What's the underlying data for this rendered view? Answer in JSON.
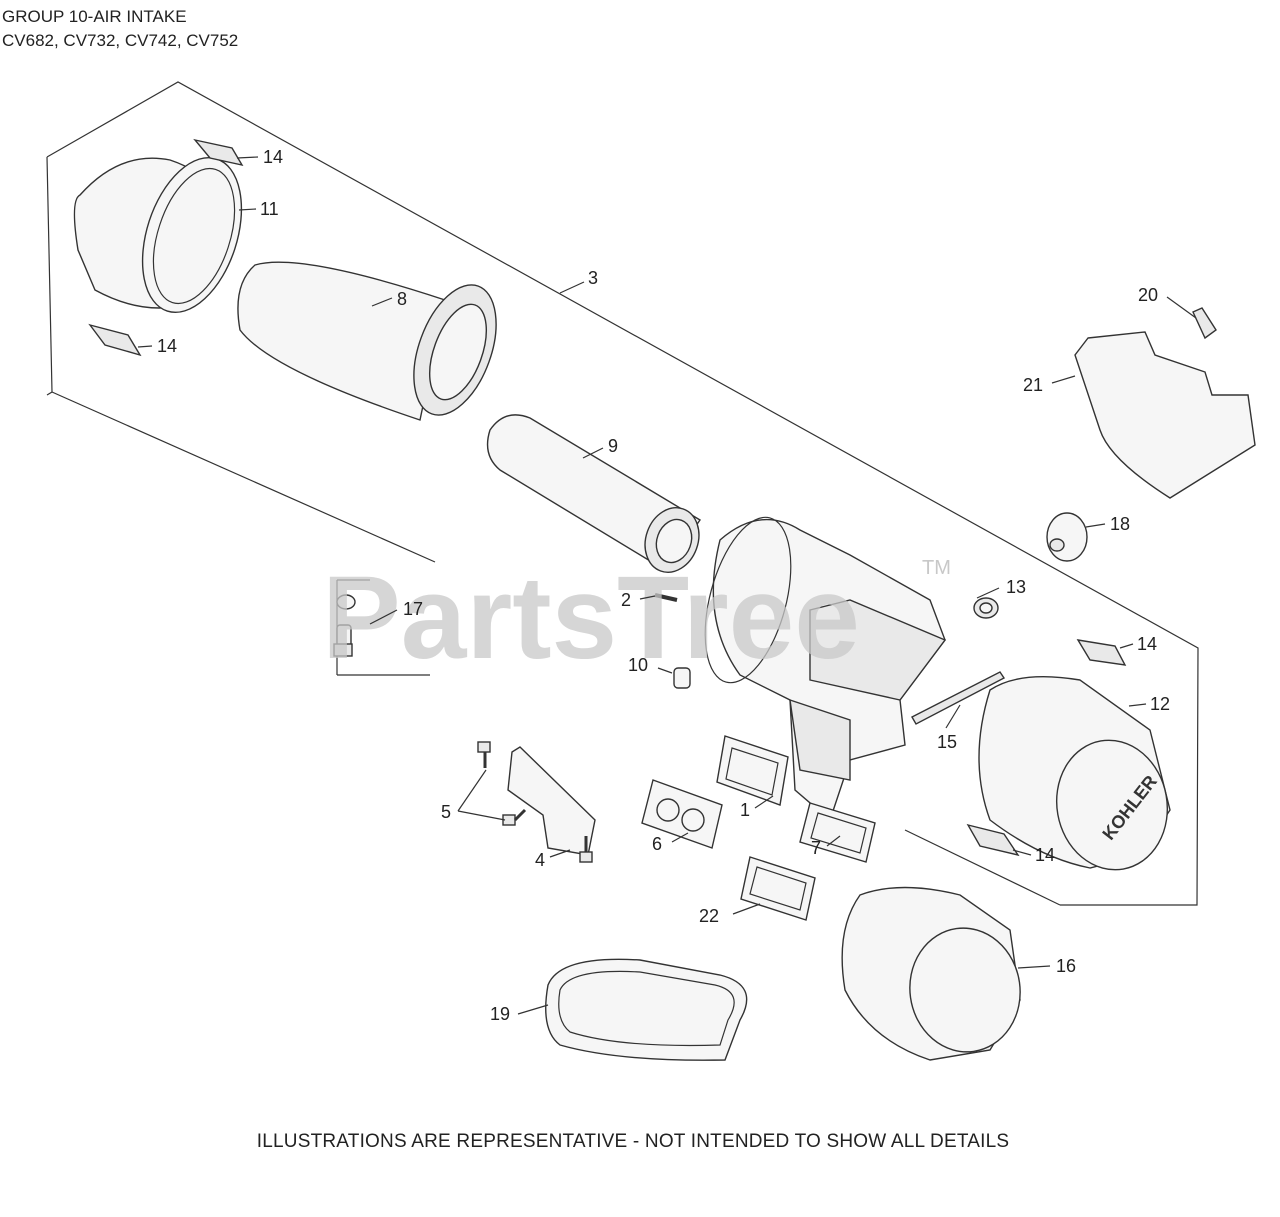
{
  "header": {
    "title": "GROUP 10-AIR INTAKE",
    "models": "CV682, CV732, CV742, CV752"
  },
  "watermark": {
    "text": "PartsTree",
    "tm": "TM"
  },
  "brand": {
    "cover_text": "KOHLER"
  },
  "callouts": {
    "c1": "1",
    "c2": "2",
    "c3": "3",
    "c4": "4",
    "c5": "5",
    "c6": "6",
    "c7": "7",
    "c8": "8",
    "c9": "9",
    "c10": "10",
    "c11": "11",
    "c12": "12",
    "c13": "13",
    "c14a": "14",
    "c14b": "14",
    "c14c": "14",
    "c14d": "14",
    "c15": "15",
    "c16": "16",
    "c17": "17",
    "c18": "18",
    "c19": "19",
    "c20": "20",
    "c21": "21",
    "c22": "22"
  },
  "footer": {
    "note": "ILLUSTRATIONS ARE REPRESENTATIVE - NOT INTENDED TO SHOW ALL DETAILS"
  },
  "colors": {
    "line": "#333333",
    "watermark": "#c8c8c8"
  }
}
